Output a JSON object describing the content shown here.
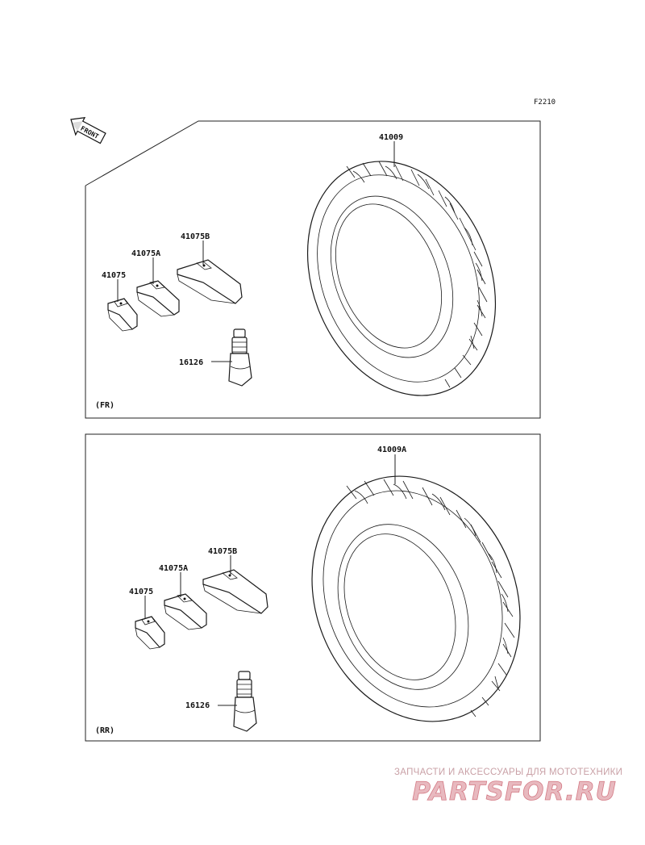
{
  "figure_code": "F2210",
  "front_tag": "FRONT",
  "panels": [
    {
      "id": "front",
      "tag": "(FR)",
      "tire": "41009",
      "weight": "41075",
      "weight_a": "41075A",
      "weight_b": "41075B",
      "valve": "16126"
    },
    {
      "id": "rear",
      "tag": "(RR)",
      "tire": "41009A",
      "weight": "41075",
      "weight_a": "41075A",
      "weight_b": "41075B",
      "valve": "16126"
    }
  ],
  "watermark": {
    "line1": "ЗАПЧАСТИ И АКСЕССУАРЫ ДЛЯ МОТОТЕХНИКИ",
    "logo": "PARTSFOR.RU",
    "color": "#d47a85"
  }
}
